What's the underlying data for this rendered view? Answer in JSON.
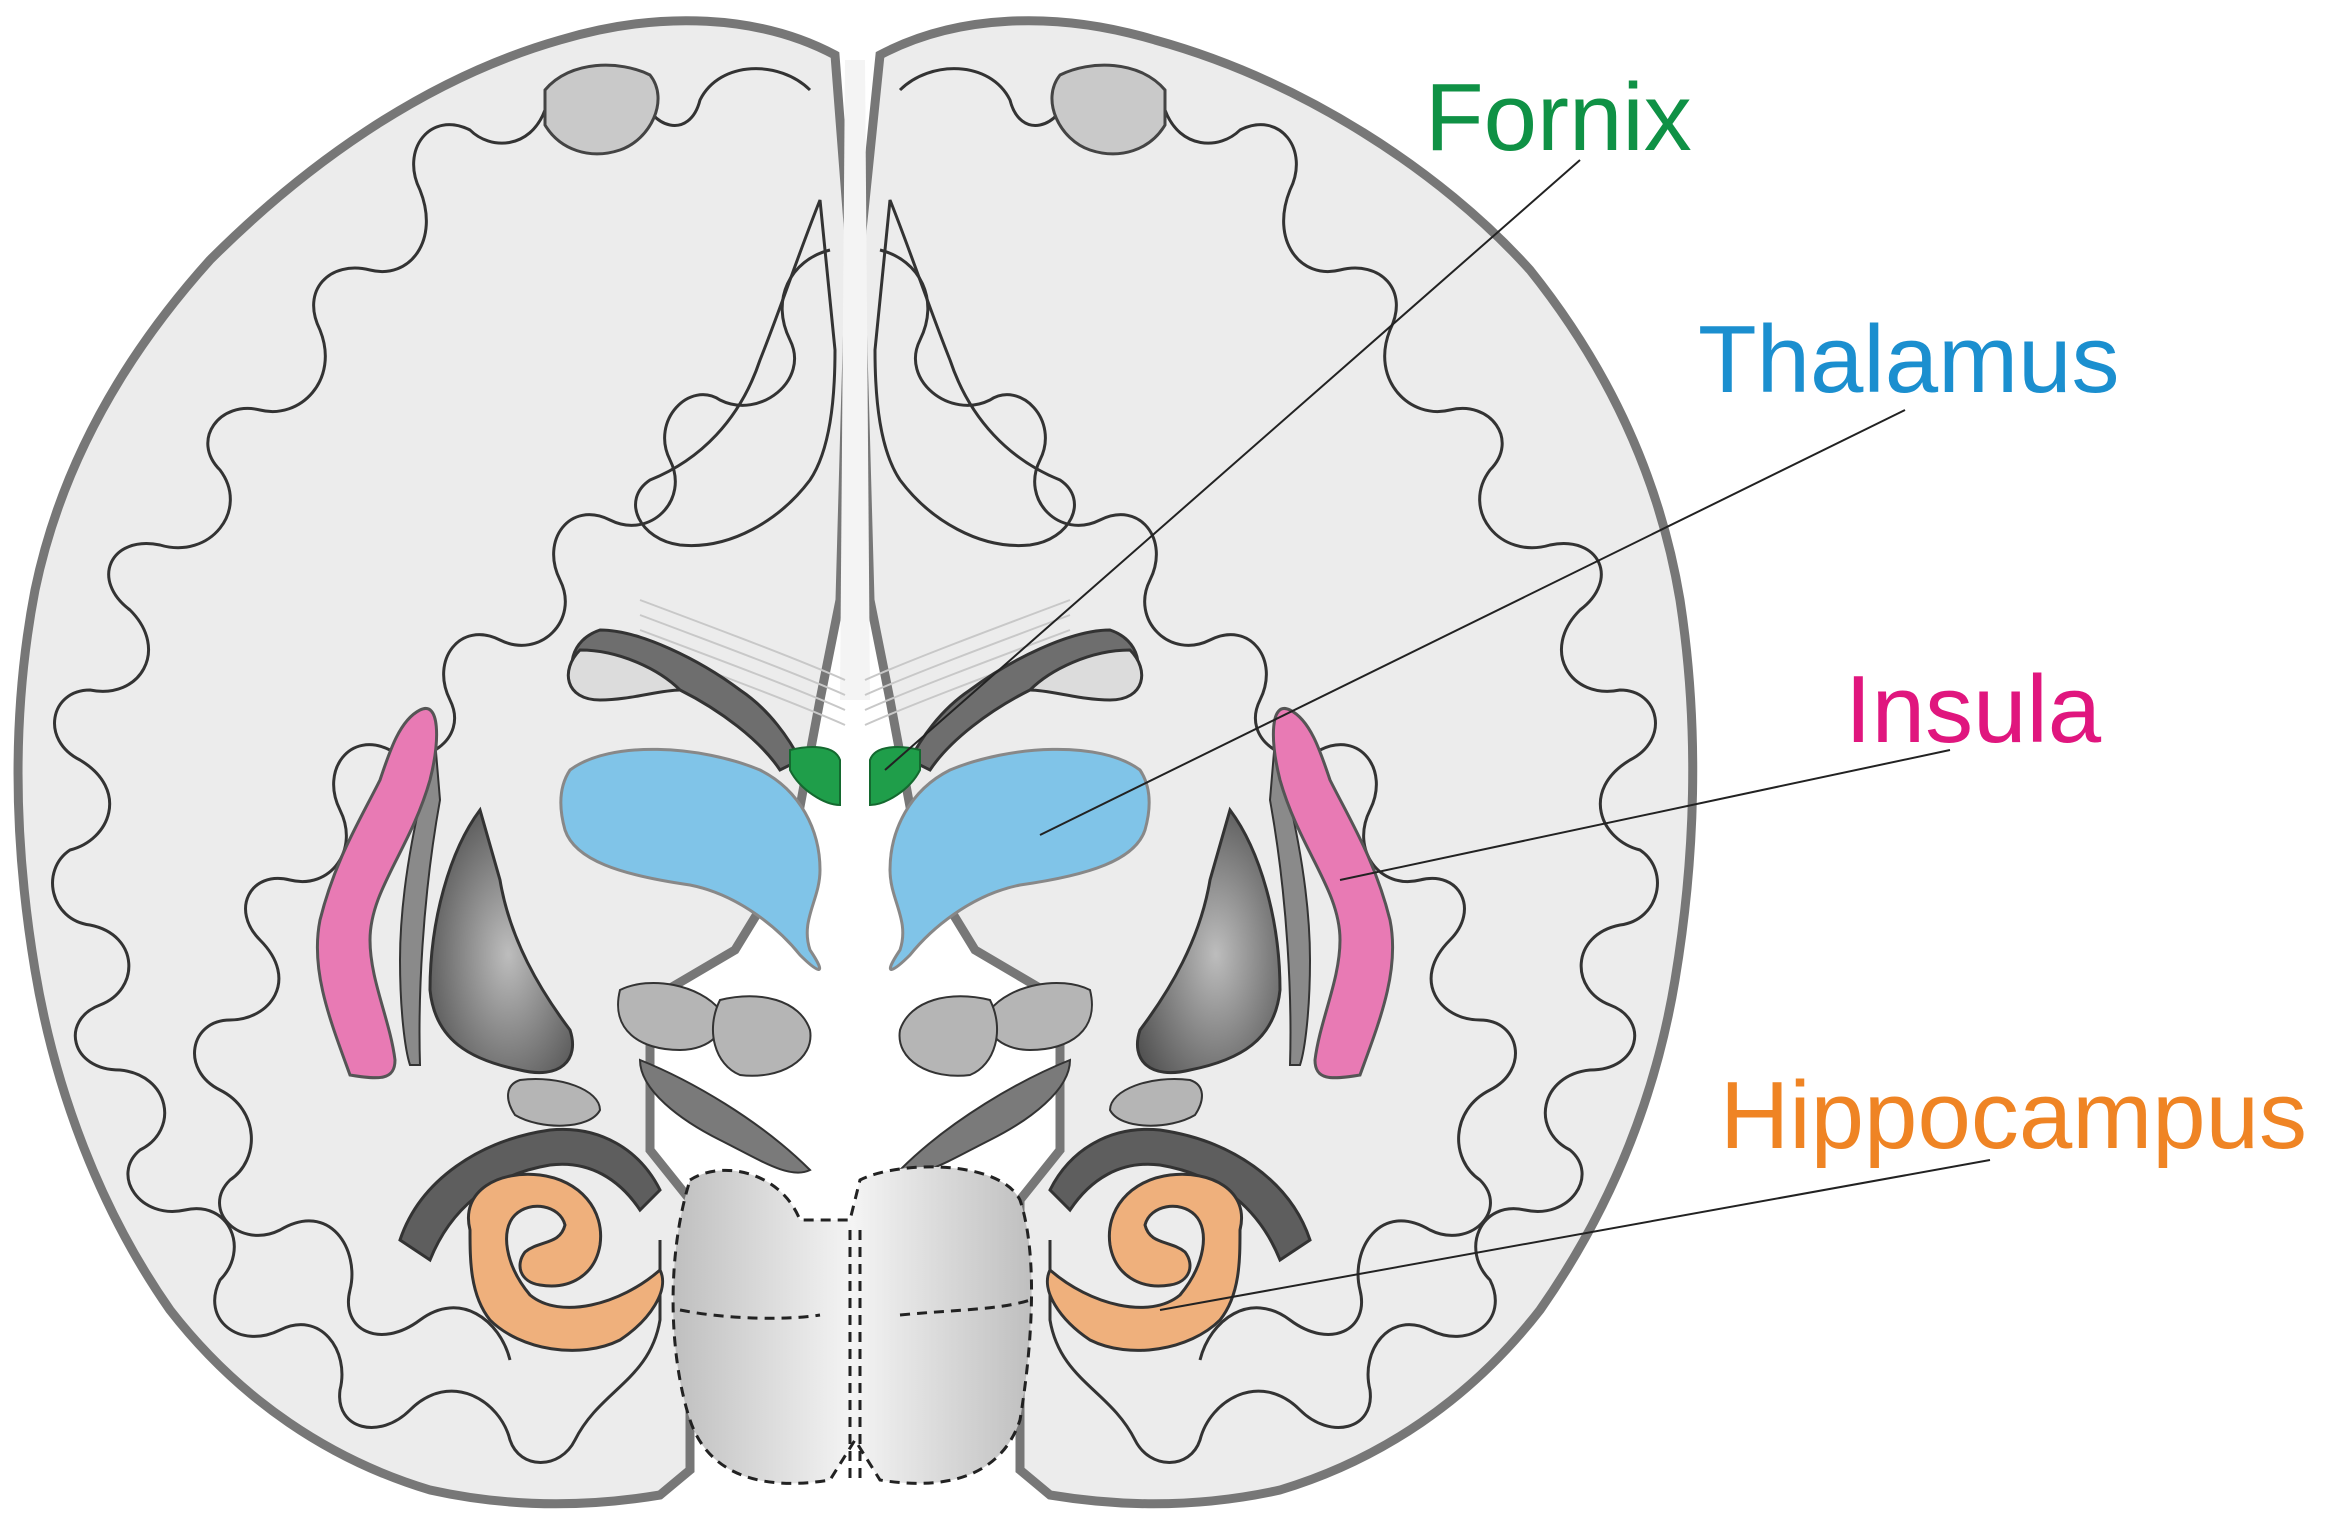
{
  "labels": {
    "fornix": "Fornix",
    "thalamus": "Thalamus",
    "insula": "Insula",
    "hippocampus": "Hippocampus"
  },
  "colors": {
    "fornix": "#0f9145",
    "thalamus": "#1b8fcf",
    "insula": "#e0167e",
    "hippocampus": "#ef8424",
    "thalamus_fill": "#80c4e8",
    "insula_fill": "#e87ab4",
    "hippocampus_fill": "#efb07c",
    "fornix_fill": "#1f9e4a",
    "tissue": "#ececec",
    "outline": "#333333",
    "dark_gray": "#5f5f5f",
    "mid_gray": "#b5b5b5"
  }
}
